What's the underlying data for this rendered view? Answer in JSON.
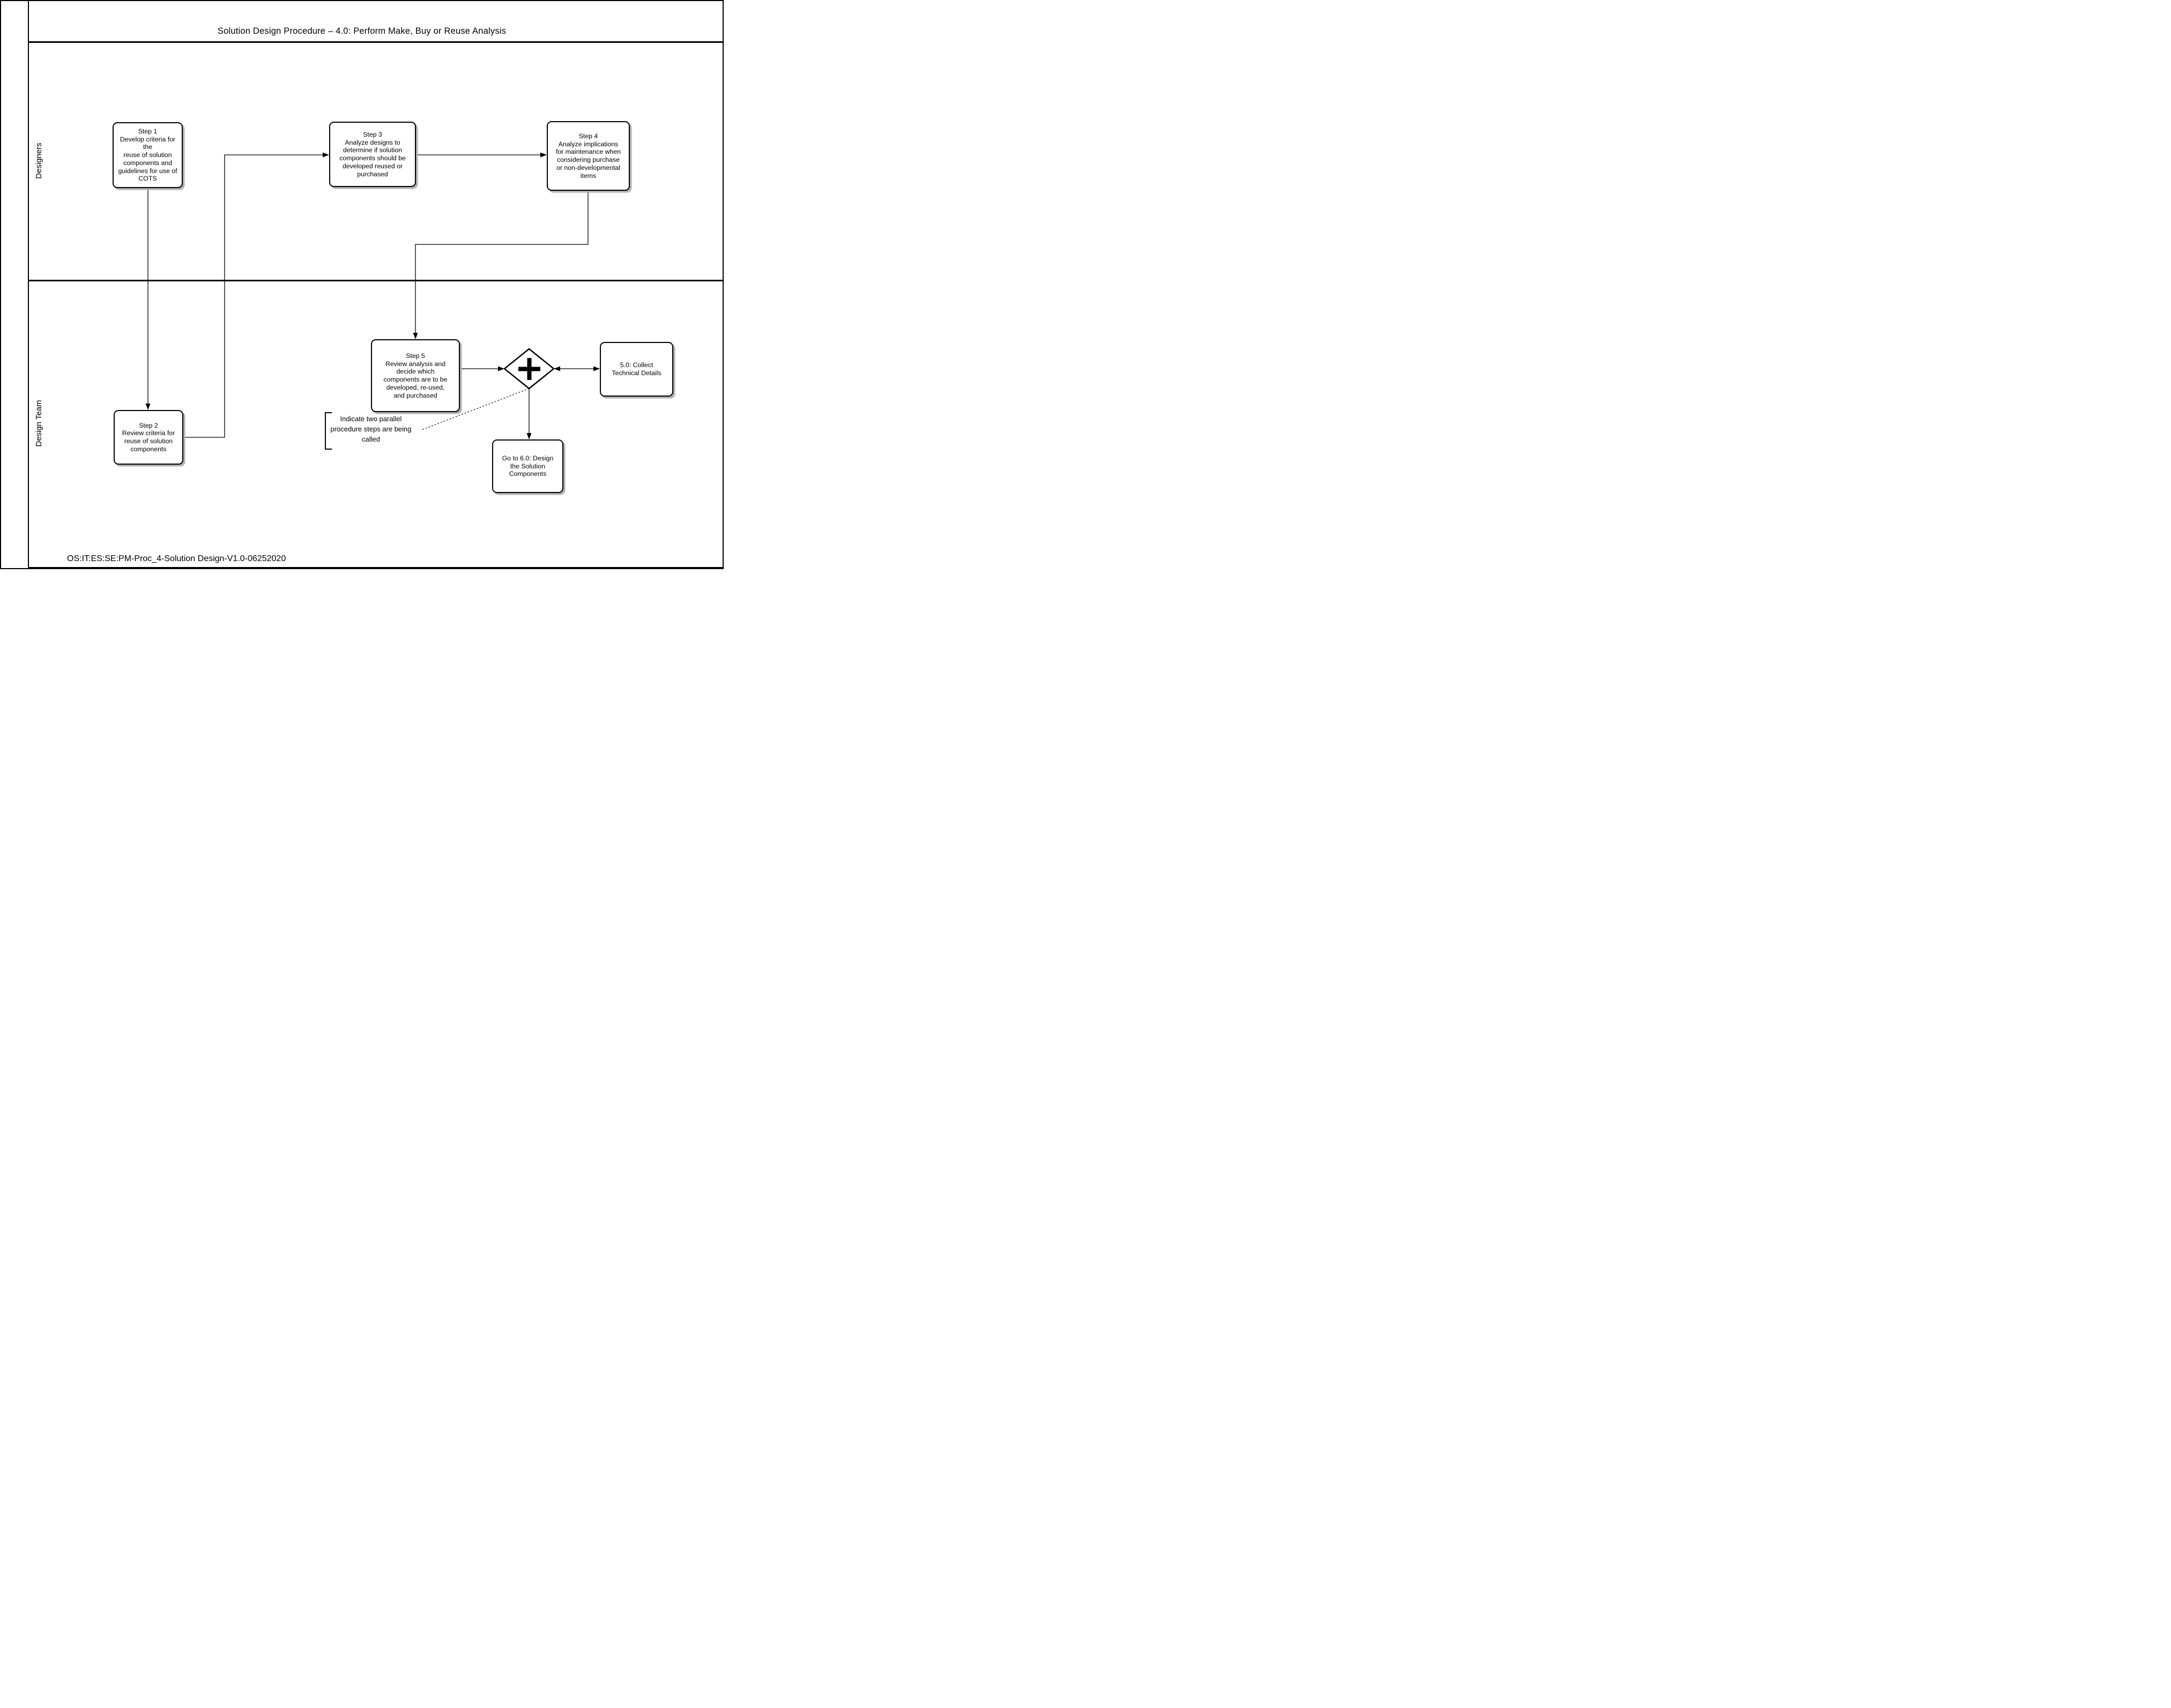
{
  "title": "Solution Design Procedure – 4.0: Perform Make, Buy or Reuse Analysis",
  "footer": "OS:IT:ES:SE:PM-Proc_4-Solution Design-V1.0-06252020",
  "colors": {
    "line": "#000000",
    "shadow": "#b0b0b0",
    "background": "#ffffff"
  },
  "lanes": [
    {
      "label": "Designers"
    },
    {
      "label": "Design Team"
    }
  ],
  "nodes": {
    "step1": {
      "title": "Step 1",
      "body": "Develop criteria for the\nreuse of solution\ncomponents and\nguidelines for use of\nCOTS"
    },
    "step2": {
      "title": "Step 2",
      "body": "Review criteria for\nreuse of solution\ncomponents"
    },
    "step3": {
      "title": "Step 3",
      "body": "Analyze designs to\ndetermine if solution\ncomponents should be\ndeveloped reused or\npurchased"
    },
    "step4": {
      "title": "Step 4",
      "body": "Analyze implications\nfor maintenance when\nconsidering purchase\nor non-developmental\nitems"
    },
    "step5": {
      "title": "Step 5",
      "body": "Review analysis and\ndecide which\ncomponents are to be\ndeveloped, re-used,\nand purchased"
    },
    "collect": {
      "body": "5.0: Collect\nTechnical Details"
    },
    "goto6": {
      "body": "Go to 6.0: Design\nthe Solution\nComponents"
    }
  },
  "gateway": {
    "type": "parallel-gateway",
    "symbol": "plus"
  },
  "annotation": {
    "text": "Indicate two parallel\nprocedure steps are being\ncalled"
  }
}
